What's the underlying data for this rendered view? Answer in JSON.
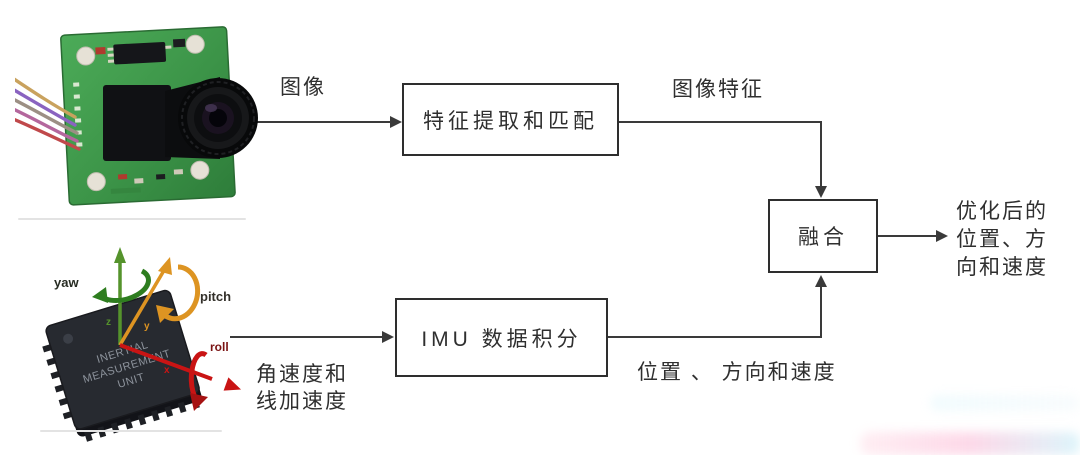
{
  "diagram": {
    "title_semantic": "visual-inertial odometry data flow",
    "boxes": {
      "feature_extraction": {
        "label": "特征提取和匹配"
      },
      "imu_integration": {
        "label": "IMU 数据积分"
      },
      "fusion": {
        "label": "融合"
      }
    },
    "edge_labels": {
      "image": "图像",
      "image_features": "图像特征",
      "imu_input_line1": "角速度和",
      "imu_input_line2": "线加速度",
      "imu_output": "位置 、 方向和速度",
      "final_output_line1": "优化后的",
      "final_output_line2": "位置、方",
      "final_output_line3": "向和速度"
    },
    "connections": [
      {
        "from": "camera-photo",
        "to": "feature_extraction",
        "label": "图像"
      },
      {
        "from": "feature_extraction",
        "to": "fusion",
        "label": "图像特征"
      },
      {
        "from": "imu-photo",
        "to": "imu_integration",
        "label": "角速度和线加速度"
      },
      {
        "from": "imu_integration",
        "to": "fusion",
        "label": "位置 、 方向和速度"
      },
      {
        "from": "fusion",
        "to": "output",
        "label": "优化后的位置、方向和速度"
      }
    ],
    "imu_photo": {
      "chip_text_line1": "INERTIAL",
      "chip_text_line2": "MEASUREMENT",
      "chip_text_line3": "UNIT",
      "label_yaw": "yaw",
      "label_pitch": "pitch",
      "label_roll": "roll",
      "axis_x": "x",
      "axis_y": "y",
      "axis_z": "z"
    },
    "colors": {
      "line": "#3a3a3a",
      "box_border": "#2e2e2e",
      "text": "#2f2f2f",
      "pcb_green": "#41a04f",
      "yaw_green": "#55932c",
      "pitch_orange": "#dd9422",
      "roll_red": "#c91414"
    }
  }
}
